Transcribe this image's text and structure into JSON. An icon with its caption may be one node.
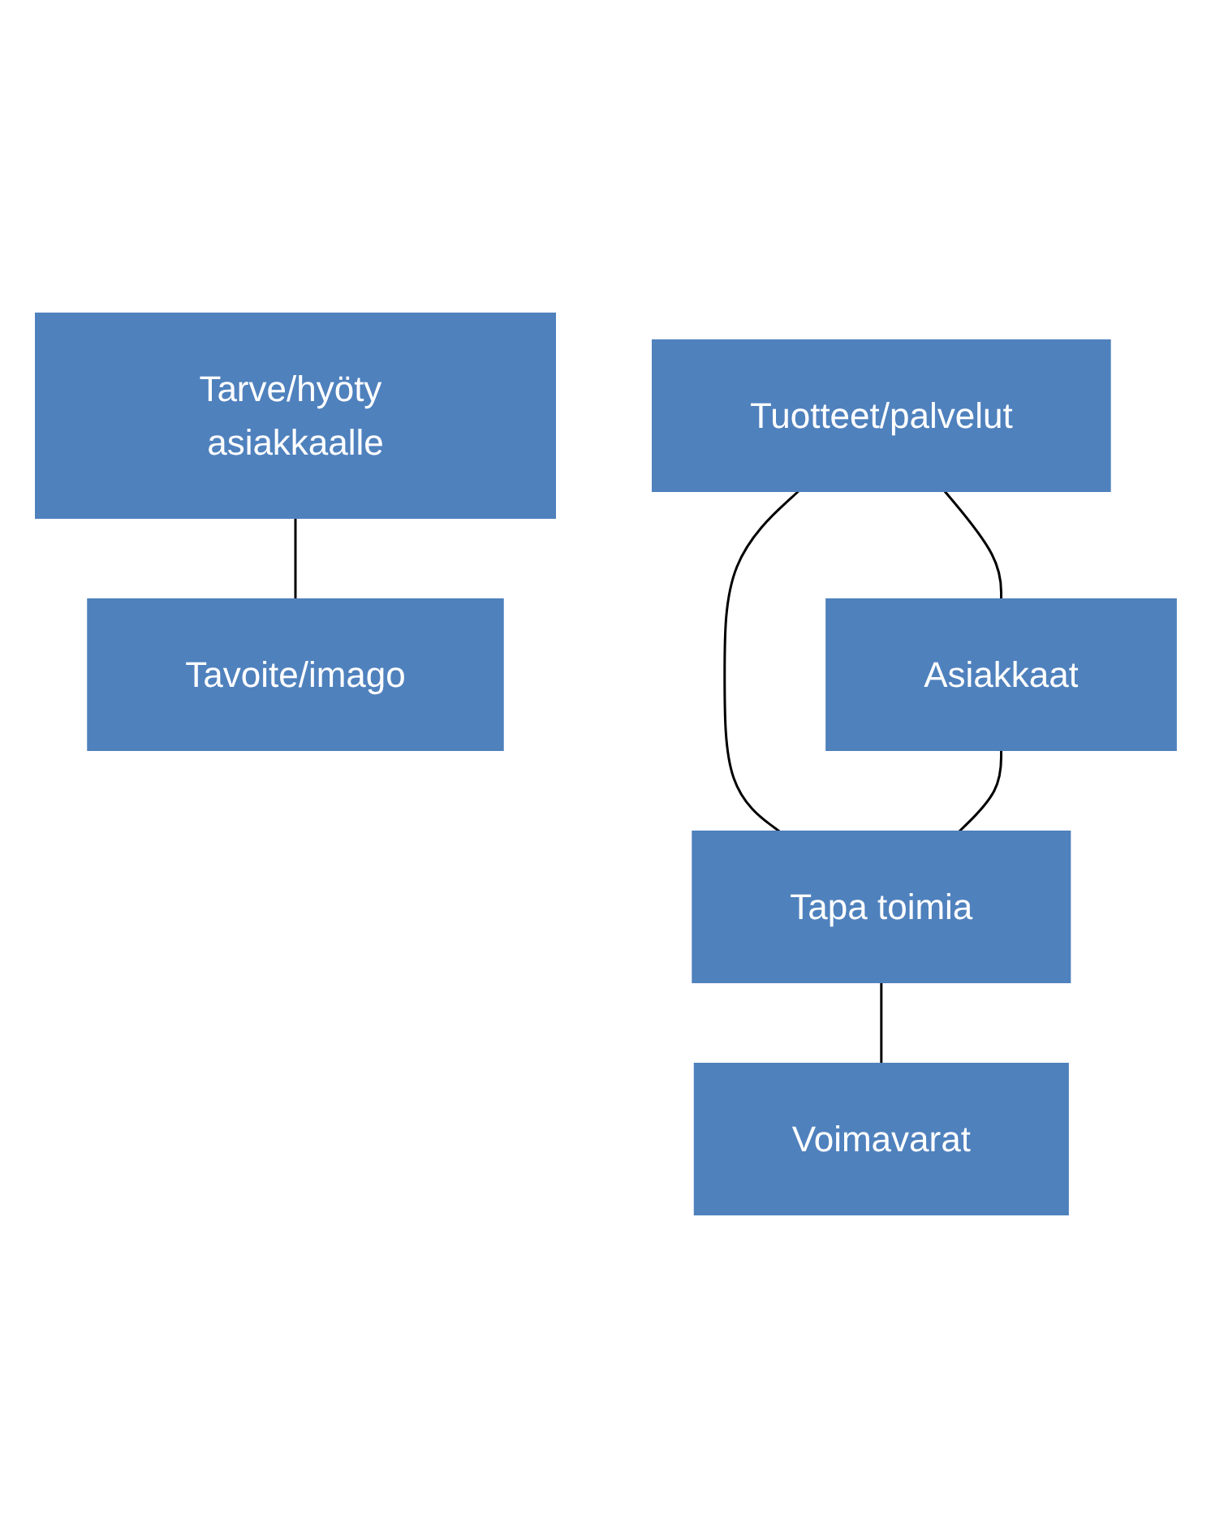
{
  "diagram": {
    "nodes": [
      {
        "text": [
          "Tarve/hyöty asiakkaalle"
        ]
      },
      {
        "text": [
          "Tavoite/imago"
        ]
      },
      {
        "text": [
          "Tuotteet/palvelut"
        ]
      },
      {
        "text": [
          "Asiakkaat"
        ]
      },
      {
        "text": [
          "Tapa toimia"
        ]
      },
      {
        "text": [
          "Voimavarat"
        ]
      }
    ],
    "edges": [
      {
        "from": 0,
        "to": 1,
        "arrow": "none"
      },
      {
        "from": 2,
        "to": 3,
        "arrow": "none"
      },
      {
        "from": 2,
        "to": 4,
        "arrow": "none"
      },
      {
        "from": 3,
        "to": 4,
        "arrow": "none"
      },
      {
        "from": 4,
        "to": 5,
        "arrow": "none"
      }
    ]
  }
}
